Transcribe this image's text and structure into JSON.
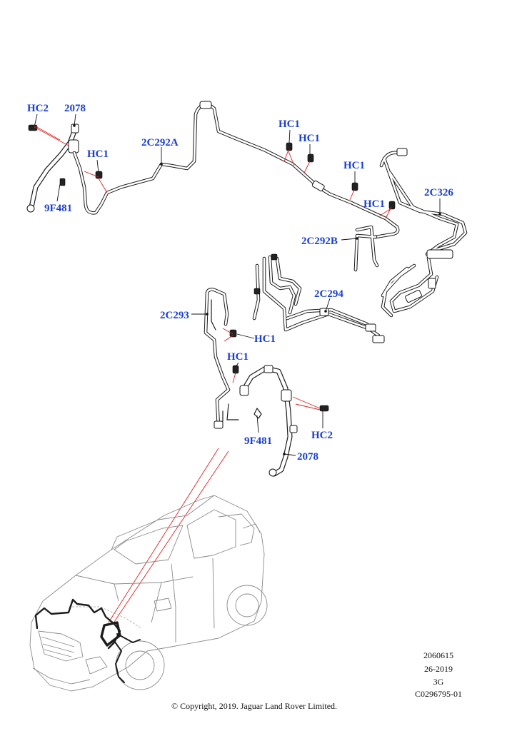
{
  "callouts": {
    "hc2_top": "HC2",
    "n2078_top": "2078",
    "hc1_left": "HC1",
    "n9f481_top": "9F481",
    "n2c292a": "2C292A",
    "hc1_a": "HC1",
    "hc1_b": "HC1",
    "hc1_c": "HC1",
    "hc1_d": "HC1",
    "n2c326": "2C326",
    "n2c292b": "2C292B",
    "n2c294": "2C294",
    "n2c293": "2C293",
    "hc1_mid": "HC1",
    "hc1_low": "HC1",
    "n9f481_low": "9F481",
    "hc2_low": "HC2",
    "n2078_low": "2078"
  },
  "footer": {
    "ref1": "2060615",
    "ref2": "26-2019",
    "ref3": "3G",
    "ref4": "C0296795-01",
    "copyright": "© Copyright, 2019. Jaguar Land Rover Limited."
  },
  "colors": {
    "callout": "#1a3fcf",
    "leader_highlight": "#e02020",
    "line": "#1c1c1c",
    "vehicle_outline": "#8a8a8a"
  }
}
